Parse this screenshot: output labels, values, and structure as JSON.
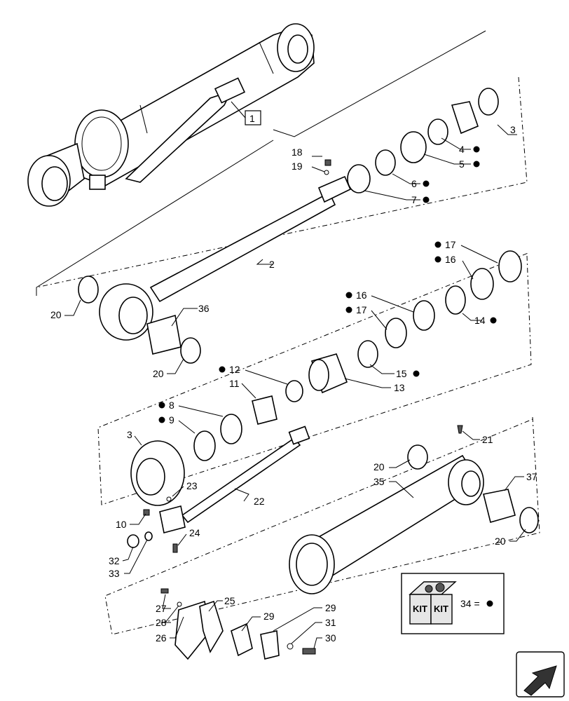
{
  "diagram": {
    "callout_box": "1",
    "labels": {
      "p2": "2",
      "p3a": "3",
      "p3b": "3",
      "p4": "4",
      "p5": "5",
      "p6": "6",
      "p7": "7",
      "p8": "8",
      "p9": "9",
      "p10": "10",
      "p11": "11",
      "p12": "12",
      "p13": "13",
      "p14": "14",
      "p15": "15",
      "p16a": "16",
      "p16b": "16",
      "p17a": "17",
      "p17b": "17",
      "p18": "18",
      "p19": "19",
      "p20a": "20",
      "p20b": "20",
      "p20c": "20",
      "p20d": "20",
      "p21": "21",
      "p22": "22",
      "p23": "23",
      "p24": "24",
      "p25": "25",
      "p26": "26",
      "p27": "27",
      "p28": "28",
      "p29a": "29",
      "p29b": "29",
      "p30": "30",
      "p31": "31",
      "p32": "32",
      "p33": "33",
      "p35": "35",
      "p36": "36",
      "p37": "37"
    },
    "kit": {
      "badge_left": "KIT",
      "badge_right": "KIT",
      "equation": "34 ="
    }
  }
}
